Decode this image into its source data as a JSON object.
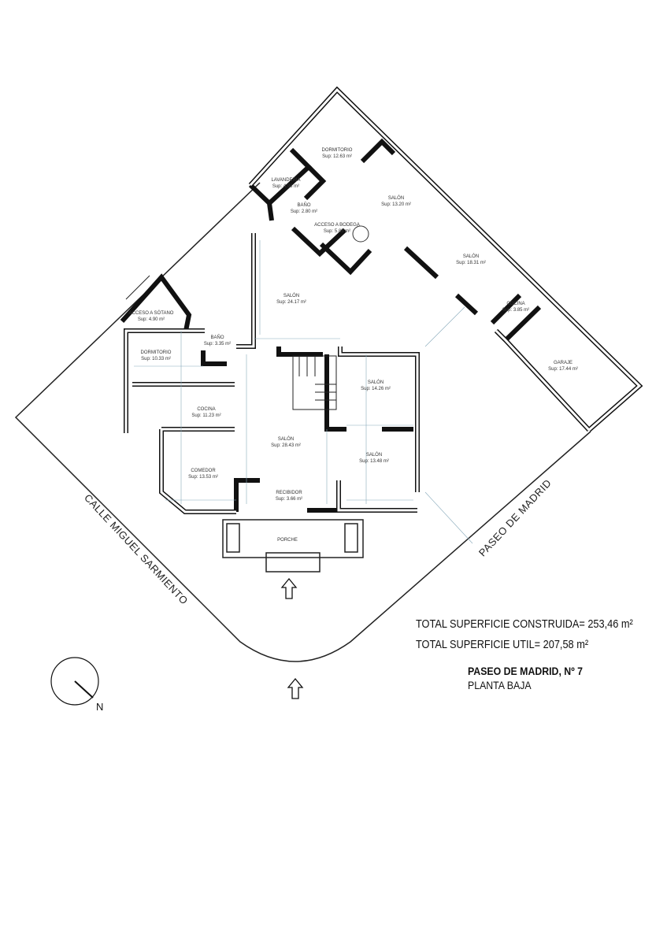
{
  "plan": {
    "title": "PASEO DE MADRID, Nº 7",
    "subtitle": "PLANTA BAJA",
    "total_construida": "TOTAL SUPERFICIE CONSTRUIDA= 253,46 m²",
    "total_util": "TOTAL SUPERFICIE UTIL= 207,58 m²",
    "streets": [
      "CALLE MIGUEL SARMIENTO",
      "PASEO DE MADRID"
    ],
    "north_label": "N",
    "rooms": [
      {
        "name": "DORMITORIO",
        "area": "Sup: 12.63 m²"
      },
      {
        "name": "LAVANDERIA",
        "area": "Sup: 4.98 m²"
      },
      {
        "name": "BAÑO",
        "area": "Sup: 2.80 m²"
      },
      {
        "name": "SALÓN",
        "area": "Sup: 13.20 m²"
      },
      {
        "name": "ACCESO A BODEGA",
        "area": "Sup: 5.83 m²"
      },
      {
        "name": "SALÓN",
        "area": "Sup: 18.31 m²"
      },
      {
        "name": "SALÓN",
        "area": "Sup: 24.17 m²"
      },
      {
        "name": "COCINA",
        "area": "Sup: 3.85 m²"
      },
      {
        "name": "ACCESO A SÓTANO",
        "area": "Sup: 4.90 m²"
      },
      {
        "name": "BAÑO",
        "area": "Sup: 3.35 m²"
      },
      {
        "name": "DORMITORIO",
        "area": "Sup: 10.33 m²"
      },
      {
        "name": "GARAJE",
        "area": "Sup: 17.44 m²"
      },
      {
        "name": "SALÓN",
        "area": "Sup: 14.26 m²"
      },
      {
        "name": "COCINA",
        "area": "Sup: 11.23 m²"
      },
      {
        "name": "SALÓN",
        "area": "Sup: 28.43 m²"
      },
      {
        "name": "SALÓN",
        "area": "Sup: 13.48 m²"
      },
      {
        "name": "COMEDOR",
        "area": "Sup: 13.53 m²"
      },
      {
        "name": "RECIBIDOR",
        "area": "Sup: 3.66 m²"
      },
      {
        "name": "PORCHE",
        "area": ""
      }
    ],
    "icons": [
      "entrance-arrow-icon",
      "north-compass-icon"
    ]
  }
}
